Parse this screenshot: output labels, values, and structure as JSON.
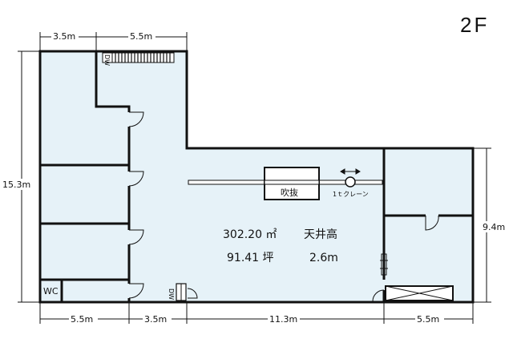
{
  "floor_label": "2F",
  "dimensions": {
    "top_left": "3.5m",
    "top_right": "5.5m",
    "left_height": "15.3m",
    "right_height": "9.4m",
    "bottom_1": "5.5m",
    "bottom_2": "3.5m",
    "bottom_3": "11.3m",
    "bottom_4": "5.5m"
  },
  "room_labels": {
    "wc": "WC",
    "void": "吹抜",
    "crane": "1ｔクレーン",
    "dw_top": "DW",
    "dw_bottom": "DW"
  },
  "area": {
    "square_meters": "302.20 ㎡",
    "tsubo": "91.41 坪"
  },
  "ceiling": {
    "label": "天井高",
    "value": "2.6m"
  },
  "colors": {
    "room_fill": "#e6f2f8",
    "wall": "#111111"
  }
}
